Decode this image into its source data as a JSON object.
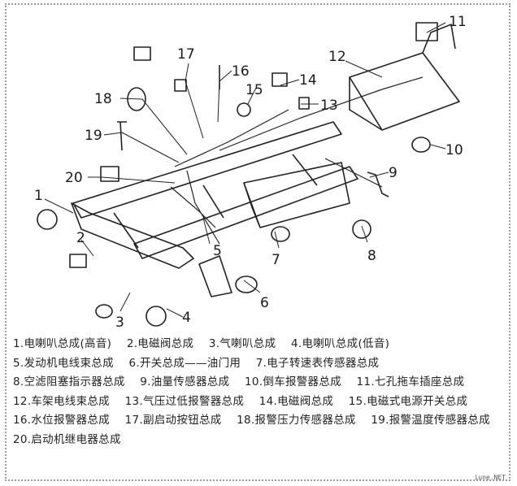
{
  "diagram": {
    "callouts": [
      "1",
      "2",
      "3",
      "4",
      "5",
      "6",
      "7",
      "8",
      "9",
      "10",
      "11",
      "12",
      "13",
      "14",
      "15",
      "16",
      "17",
      "18",
      "19",
      "20"
    ]
  },
  "legend": {
    "entries": [
      "1.电喇叭总成(高音)",
      "2.电磁阀总成",
      "3.气喇叭总成",
      "4.电喇叭总成(低音)",
      "5.发动机电线束总成",
      "6.开关总成——油门用",
      "7.电子转速表传感器总成",
      "8.空滤阻塞指示器总成",
      "9.油量传感器总成",
      "10.倒车报警器总成",
      "11.七孔拖车插座总成",
      "12.车架电线束总成",
      "13.气压过低报警器总成",
      "14.电磁阀总成",
      "15.电磁式电源开关总成",
      "16.水位报警器总成",
      "17.副启动按钮总成",
      "18.报警压力传感器总成",
      "19.报警温度传感器总成",
      "20.启动机继电器总成"
    ]
  },
  "watermark": "iune.NET"
}
